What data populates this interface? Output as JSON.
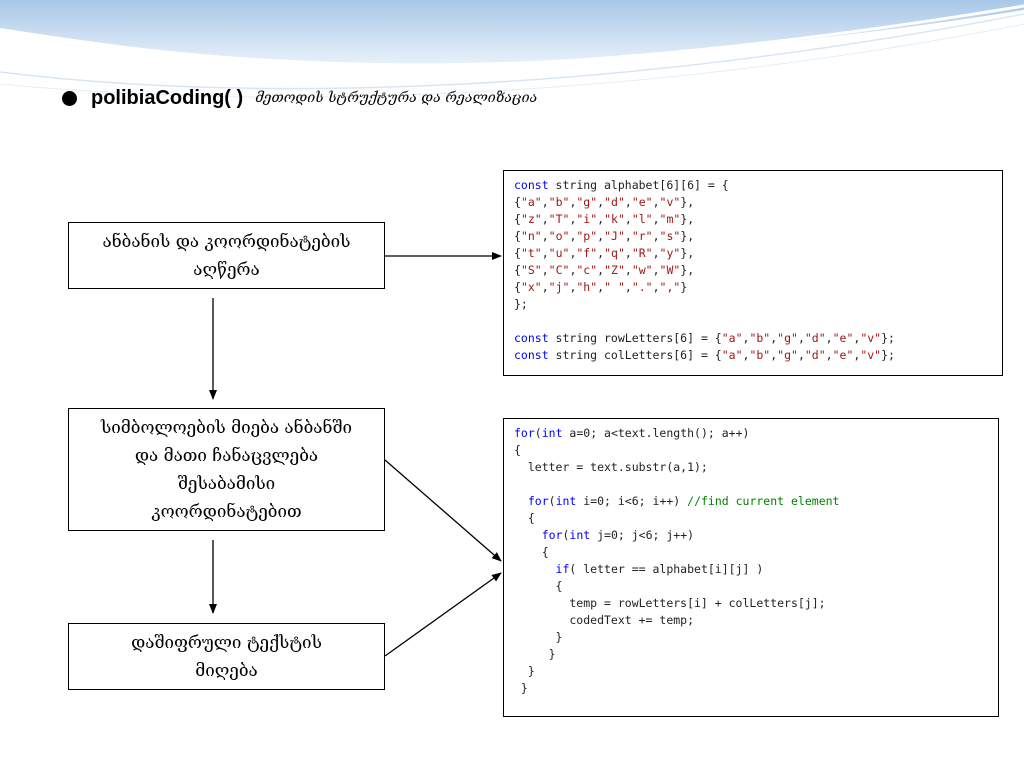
{
  "title": {
    "method": "polibiaCoding( )",
    "subtitle": "მეთოდის სტრუქტურა და რეალიზაცია"
  },
  "flow": {
    "step1": "ანბანის და კოორდინატების\nაღწერა",
    "step2": "სიმბოლოების მიება ანბანში\nდა მათი ჩანაცვლება\nშესაბამისი\nკოორდინატებით",
    "step3": "დაშიფრული ტექსტის\nმიღება"
  },
  "code_blocks": {
    "declarations": [
      [
        {
          "t": "const",
          "c": "k"
        },
        {
          "t": " string alphabet[6][6] = {"
        }
      ],
      [
        {
          "t": "{"
        },
        {
          "t": "\"a\"",
          "c": "s"
        },
        {
          "t": ","
        },
        {
          "t": "\"b\"",
          "c": "s"
        },
        {
          "t": ","
        },
        {
          "t": "\"g\"",
          "c": "s"
        },
        {
          "t": ","
        },
        {
          "t": "\"d\"",
          "c": "s"
        },
        {
          "t": ","
        },
        {
          "t": "\"e\"",
          "c": "s"
        },
        {
          "t": ","
        },
        {
          "t": "\"v\"",
          "c": "s"
        },
        {
          "t": "},"
        }
      ],
      [
        {
          "t": "{"
        },
        {
          "t": "\"z\"",
          "c": "s"
        },
        {
          "t": ","
        },
        {
          "t": "\"T\"",
          "c": "s"
        },
        {
          "t": ","
        },
        {
          "t": "\"i\"",
          "c": "s"
        },
        {
          "t": ","
        },
        {
          "t": "\"k\"",
          "c": "s"
        },
        {
          "t": ","
        },
        {
          "t": "\"l\"",
          "c": "s"
        },
        {
          "t": ","
        },
        {
          "t": "\"m\"",
          "c": "s"
        },
        {
          "t": "},"
        }
      ],
      [
        {
          "t": "{"
        },
        {
          "t": "\"n\"",
          "c": "s"
        },
        {
          "t": ","
        },
        {
          "t": "\"o\"",
          "c": "s"
        },
        {
          "t": ","
        },
        {
          "t": "\"p\"",
          "c": "s"
        },
        {
          "t": ","
        },
        {
          "t": "\"J\"",
          "c": "s"
        },
        {
          "t": ","
        },
        {
          "t": "\"r\"",
          "c": "s"
        },
        {
          "t": ","
        },
        {
          "t": "\"s\"",
          "c": "s"
        },
        {
          "t": "},"
        }
      ],
      [
        {
          "t": "{"
        },
        {
          "t": "\"t\"",
          "c": "s"
        },
        {
          "t": ","
        },
        {
          "t": "\"u\"",
          "c": "s"
        },
        {
          "t": ","
        },
        {
          "t": "\"f\"",
          "c": "s"
        },
        {
          "t": ","
        },
        {
          "t": "\"q\"",
          "c": "s"
        },
        {
          "t": ","
        },
        {
          "t": "\"R\"",
          "c": "s"
        },
        {
          "t": ","
        },
        {
          "t": "\"y\"",
          "c": "s"
        },
        {
          "t": "},"
        }
      ],
      [
        {
          "t": "{"
        },
        {
          "t": "\"S\"",
          "c": "s"
        },
        {
          "t": ","
        },
        {
          "t": "\"C\"",
          "c": "s"
        },
        {
          "t": ","
        },
        {
          "t": "\"c\"",
          "c": "s"
        },
        {
          "t": ","
        },
        {
          "t": "\"Z\"",
          "c": "s"
        },
        {
          "t": ","
        },
        {
          "t": "\"w\"",
          "c": "s"
        },
        {
          "t": ","
        },
        {
          "t": "\"W\"",
          "c": "s"
        },
        {
          "t": "},"
        }
      ],
      [
        {
          "t": "{"
        },
        {
          "t": "\"x\"",
          "c": "s"
        },
        {
          "t": ","
        },
        {
          "t": "\"j\"",
          "c": "s"
        },
        {
          "t": ","
        },
        {
          "t": "\"h\"",
          "c": "s"
        },
        {
          "t": ","
        },
        {
          "t": "\" \"",
          "c": "s"
        },
        {
          "t": ","
        },
        {
          "t": "\".\"",
          "c": "s"
        },
        {
          "t": ","
        },
        {
          "t": "\",\"",
          "c": "s"
        },
        {
          "t": "}"
        }
      ],
      [
        {
          "t": "};"
        }
      ],
      [
        {
          "t": ""
        }
      ],
      [
        {
          "t": "const",
          "c": "k"
        },
        {
          "t": " string rowLetters[6] = {"
        },
        {
          "t": "\"a\"",
          "c": "s"
        },
        {
          "t": ","
        },
        {
          "t": "\"b\"",
          "c": "s"
        },
        {
          "t": ","
        },
        {
          "t": "\"g\"",
          "c": "s"
        },
        {
          "t": ","
        },
        {
          "t": "\"d\"",
          "c": "s"
        },
        {
          "t": ","
        },
        {
          "t": "\"e\"",
          "c": "s"
        },
        {
          "t": ","
        },
        {
          "t": "\"v\"",
          "c": "s"
        },
        {
          "t": "};"
        }
      ],
      [
        {
          "t": "const",
          "c": "k"
        },
        {
          "t": " string colLetters[6] = {"
        },
        {
          "t": "\"a\"",
          "c": "s"
        },
        {
          "t": ","
        },
        {
          "t": "\"b\"",
          "c": "s"
        },
        {
          "t": ","
        },
        {
          "t": "\"g\"",
          "c": "s"
        },
        {
          "t": ","
        },
        {
          "t": "\"d\"",
          "c": "s"
        },
        {
          "t": ","
        },
        {
          "t": "\"e\"",
          "c": "s"
        },
        {
          "t": ","
        },
        {
          "t": "\"v\"",
          "c": "s"
        },
        {
          "t": "};"
        }
      ]
    ],
    "loop": [
      [
        {
          "t": "for",
          "c": "k"
        },
        {
          "t": "("
        },
        {
          "t": "int",
          "c": "k"
        },
        {
          "t": " a=0; a<text.length(); a++)"
        }
      ],
      [
        {
          "t": "{"
        }
      ],
      [
        {
          "t": "  letter = text.substr(a,1);"
        }
      ],
      [
        {
          "t": ""
        }
      ],
      [
        {
          "t": "  "
        },
        {
          "t": "for",
          "c": "k"
        },
        {
          "t": "("
        },
        {
          "t": "int",
          "c": "k"
        },
        {
          "t": " i=0; i<6; i++) "
        },
        {
          "t": "//find current element",
          "c": "c"
        }
      ],
      [
        {
          "t": "  {"
        }
      ],
      [
        {
          "t": "    "
        },
        {
          "t": "for",
          "c": "k"
        },
        {
          "t": "("
        },
        {
          "t": "int",
          "c": "k"
        },
        {
          "t": " j=0; j<6; j++)"
        }
      ],
      [
        {
          "t": "    {"
        }
      ],
      [
        {
          "t": "      "
        },
        {
          "t": "if",
          "c": "k"
        },
        {
          "t": "( letter == alphabet[i][j] )"
        }
      ],
      [
        {
          "t": "      {"
        }
      ],
      [
        {
          "t": "        temp = rowLetters[i] + colLetters[j];"
        }
      ],
      [
        {
          "t": "        codedText += temp;"
        }
      ],
      [
        {
          "t": "      }"
        }
      ],
      [
        {
          "t": "     }"
        }
      ],
      [
        {
          "t": "  }"
        }
      ],
      [
        {
          "t": " }"
        }
      ]
    ]
  },
  "colors": {
    "keyword": "#0000ff",
    "string": "#a31515",
    "comment": "#008000",
    "header_wave": "#bcd6ee"
  }
}
